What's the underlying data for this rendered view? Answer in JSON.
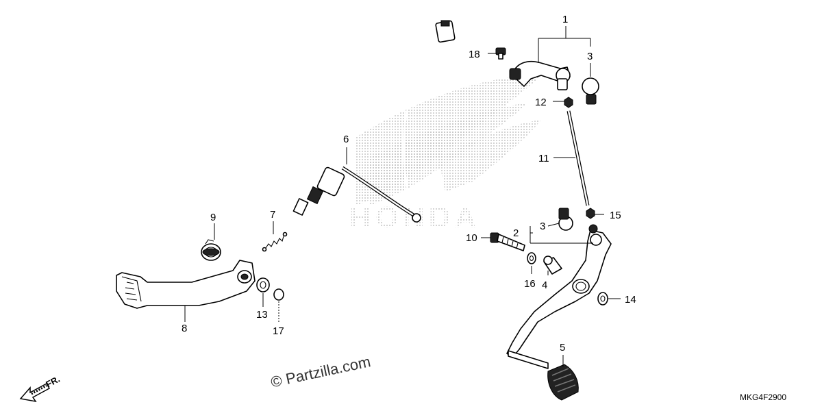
{
  "diagram": {
    "code": "MKG4F2900",
    "watermark": "© Partzilla.com",
    "brand_watermark": "HONDA",
    "front_indicator": "FR."
  },
  "callouts": {
    "c1": "1",
    "c2": "2",
    "c3a": "3",
    "c3b": "3",
    "c4": "4",
    "c5": "5",
    "c6": "6",
    "c7": "7",
    "c8": "8",
    "c9": "9",
    "c10": "10",
    "c11": "11",
    "c12": "12",
    "c13": "13",
    "c14": "14",
    "c15": "15",
    "c16": "16",
    "c17": "17",
    "c18": "18"
  },
  "colors": {
    "line": "#000000",
    "background": "#ffffff",
    "watermark": "#bbbbbb"
  }
}
